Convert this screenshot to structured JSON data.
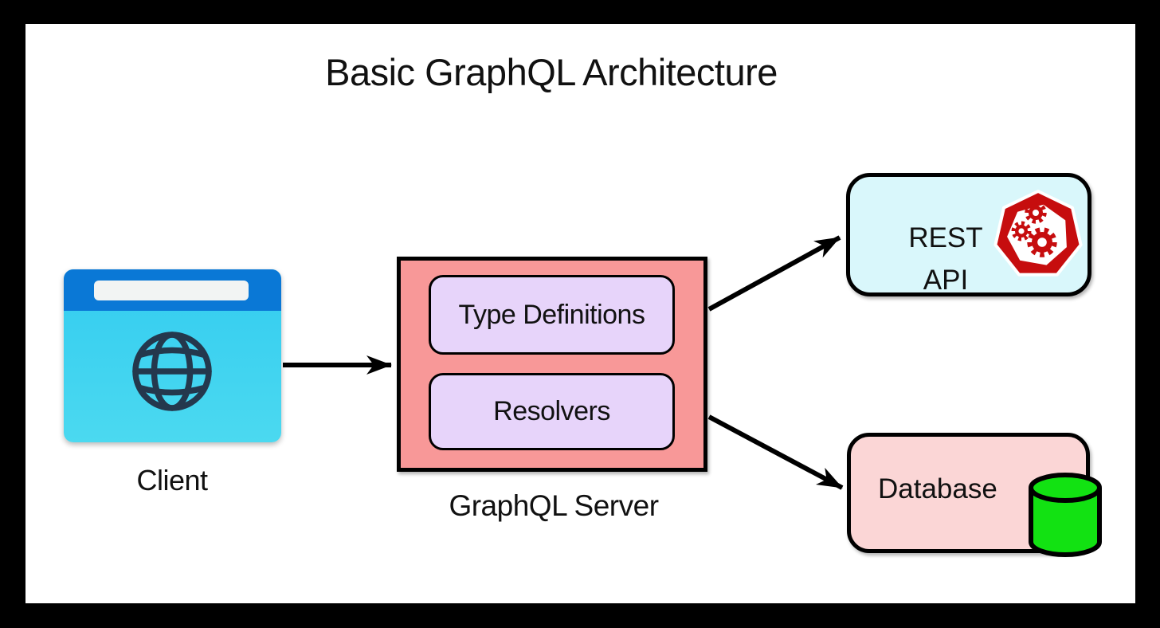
{
  "title": "Basic GraphQL Architecture",
  "nodes": {
    "client": {
      "label": "Client",
      "icon": "browser-globe-icon",
      "colors": {
        "topbar": "#0A78D6",
        "body": "#3BCFF0",
        "globe": "#24384D",
        "addressbar": "#F2F4F3"
      }
    },
    "graphql_server": {
      "label": "GraphQL Server",
      "fill": "#F89898",
      "components": [
        {
          "label": "Type Definitions",
          "fill": "#E7D4FA"
        },
        {
          "label": "Resolvers",
          "fill": "#E7D4FA"
        }
      ]
    },
    "rest_api": {
      "label_line1": "REST",
      "label_line2": "API",
      "fill": "#D9F7FB",
      "icon": "api-heptagon-gears-icon",
      "icon_color": "#C60D0E"
    },
    "database": {
      "label": "Database",
      "fill": "#FBD6D6",
      "icon": "database-cylinder-icon",
      "icon_color": "#12E212"
    }
  },
  "edges": [
    {
      "from": "client",
      "to": "graphql_server"
    },
    {
      "from": "graphql_server",
      "to": "rest_api"
    },
    {
      "from": "graphql_server",
      "to": "database"
    }
  ],
  "style": {
    "arrow_color": "#000000",
    "border_color": "#000000",
    "background": "#FFFFFF",
    "frame": "#000000"
  }
}
